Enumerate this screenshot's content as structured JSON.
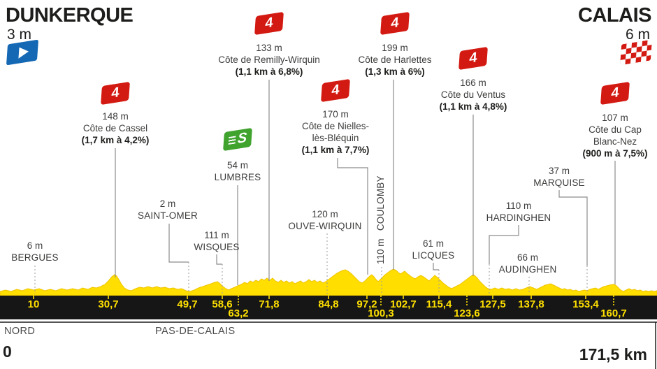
{
  "header": {
    "start_city": "DUNKERQUE",
    "start_elevation": "3 m",
    "finish_city": "CALAIS",
    "finish_elevation": "6 m"
  },
  "climbs": [
    {
      "category": "4",
      "elevation": "148 m",
      "name_line1": "Côte de Cassel",
      "name_line2": "",
      "gradient": "(1,7 km à 4,2%)"
    },
    {
      "category": "4",
      "elevation": "133 m",
      "name_line1": "Côte de Remilly-Wirquin",
      "name_line2": "",
      "gradient": "(1,1 km à 6,8%)"
    },
    {
      "category": "4",
      "elevation": "170 m",
      "name_line1": "Côte de Nielles-",
      "name_line2": "lès-Bléquin",
      "gradient": "(1,1 km à 7,7%)"
    },
    {
      "category": "4",
      "elevation": "199 m",
      "name_line1": "Côte de Harlettes",
      "name_line2": "",
      "gradient": "(1,3 km à 6%)"
    },
    {
      "category": "4",
      "elevation": "166 m",
      "name_line1": "Côte du Ventus",
      "name_line2": "",
      "gradient": "(1,1 km à 4,8%)"
    },
    {
      "category": "4",
      "elevation": "107 m",
      "name_line1": "Côte du Cap",
      "name_line2": "Blanc-Nez",
      "gradient": "(900 m à 7,5%)"
    }
  ],
  "sprint": {
    "symbol": "S",
    "elevation": "54 m",
    "name": "LUMBRES"
  },
  "towns": [
    {
      "elevation": "6 m",
      "name": "BERGUES"
    },
    {
      "elevation": "2 m",
      "name": "SAINT-OMER"
    },
    {
      "elevation": "111 m",
      "name": "WISQUES"
    },
    {
      "elevation": "120 m",
      "name": "OUVE-WIRQUIN"
    },
    {
      "elevation": "110 m",
      "name": "COULOMBY"
    },
    {
      "elevation": "61 m",
      "name": "LICQUES"
    },
    {
      "elevation": "110 m",
      "name": "HARDINGHEN"
    },
    {
      "elevation": "66 m",
      "name": "AUDINGHEN"
    },
    {
      "elevation": "37 m",
      "name": "MARQUISE"
    }
  ],
  "km_row1": [
    "10",
    "30,7",
    "49,7",
    "58,6",
    "71,8",
    "84,8",
    "97,2",
    "102,7",
    "115,4",
    "127,5",
    "137,8",
    "153,4"
  ],
  "km_row2": [
    "63,2",
    "100,3",
    "123,6",
    "160,7"
  ],
  "footer": {
    "region_left": "NORD",
    "region_right": "PAS-DE-CALAIS",
    "km_start": "0",
    "km_total": "171,5 km"
  },
  "colors": {
    "profile_yellow": "#FFDE00",
    "marker_red": "#D31A12",
    "sprint_green": "#3FA32E",
    "flag_blue": "#1568B4",
    "strip_black": "#161616",
    "km_text_yellow": "#FFE000",
    "line_gray": "#8C8C8C",
    "text_dark": "#1D1D1B"
  },
  "chart_data": {
    "type": "area",
    "title": "Stage elevation profile Dunkerque → Calais",
    "x_unit": "km",
    "y_unit": "m",
    "x_range": [
      0,
      171.5
    ],
    "start": {
      "name": "DUNKERQUE",
      "elevation_m": 3,
      "km": 0
    },
    "finish": {
      "name": "CALAIS",
      "elevation_m": 6,
      "km": 171.5
    },
    "km_ticks": [
      10,
      30.7,
      49.7,
      58.6,
      63.2,
      71.8,
      84.8,
      97.2,
      100.3,
      102.7,
      115.4,
      123.6,
      127.5,
      137.8,
      153.4,
      160.7
    ],
    "waypoints": [
      {
        "km": 10,
        "name": "Bergues",
        "elevation_m": 6,
        "type": "town"
      },
      {
        "km": 30.7,
        "name": "Côte de Cassel",
        "elevation_m": 148,
        "type": "climb_cat4",
        "length_km": 1.7,
        "gradient_pct": 4.2
      },
      {
        "km": 49.7,
        "name": "Saint-Omer",
        "elevation_m": 2,
        "type": "town"
      },
      {
        "km": 58.6,
        "name": "Wisques",
        "elevation_m": 111,
        "type": "town"
      },
      {
        "km": 63.2,
        "name": "Lumbres",
        "elevation_m": 54,
        "type": "sprint"
      },
      {
        "km": 71.8,
        "name": "Côte de Remilly-Wirquin",
        "elevation_m": 133,
        "type": "climb_cat4",
        "length_km": 1.1,
        "gradient_pct": 6.8
      },
      {
        "km": 84.8,
        "name": "Ouve-Wirquin",
        "elevation_m": 120,
        "type": "town"
      },
      {
        "km": 97.2,
        "name": "Côte de Nielles-lès-Bléquin",
        "elevation_m": 170,
        "type": "climb_cat4",
        "length_km": 1.1,
        "gradient_pct": 7.7
      },
      {
        "km": 100.3,
        "name": "Coulomby",
        "elevation_m": 110,
        "type": "town"
      },
      {
        "km": 102.7,
        "name": "Côte de Harlettes",
        "elevation_m": 199,
        "type": "climb_cat4",
        "length_km": 1.3,
        "gradient_pct": 6
      },
      {
        "km": 115.4,
        "name": "Licques",
        "elevation_m": 61,
        "type": "town"
      },
      {
        "km": 123.6,
        "name": "Côte du Ventus",
        "elevation_m": 166,
        "type": "climb_cat4",
        "length_km": 1.1,
        "gradient_pct": 4.8
      },
      {
        "km": 127.5,
        "name": "Hardinghen",
        "elevation_m": 110,
        "type": "town"
      },
      {
        "km": 137.8,
        "name": "Audinghen",
        "elevation_m": 66,
        "type": "town"
      },
      {
        "km": 153.4,
        "name": "Marquise",
        "elevation_m": 37,
        "type": "town"
      },
      {
        "km": 160.7,
        "name": "Côte du Cap Blanc-Nez",
        "elevation_m": 107,
        "type": "climb_cat4",
        "length_km": 0.9,
        "gradient_pct": 7.5
      }
    ],
    "regions": [
      "NORD",
      "PAS-DE-CALAIS"
    ],
    "legend_position": "none",
    "grid": false
  }
}
